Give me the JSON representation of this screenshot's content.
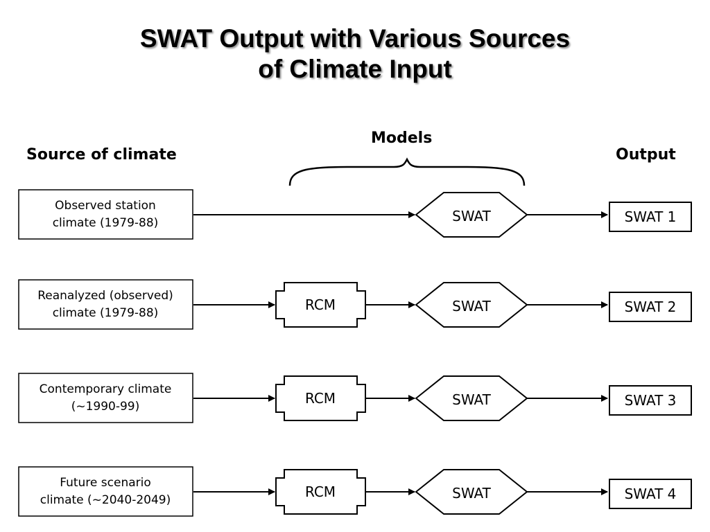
{
  "title": {
    "line1": "SWAT Output with Various Sources",
    "line2": "of Climate Input"
  },
  "headers": {
    "source": "Source of climate",
    "models": "Models",
    "output": "Output"
  },
  "rows": [
    {
      "source_lines": [
        "Observed station",
        "climate (1979-88)"
      ],
      "rcm": null,
      "swat": "SWAT",
      "output": "SWAT 1"
    },
    {
      "source_lines": [
        "Reanalyzed (observed)",
        "climate (1979-88)"
      ],
      "rcm": "RCM",
      "swat": "SWAT",
      "output": "SWAT 2"
    },
    {
      "source_lines": [
        "Contemporary climate",
        "(~1990-99)"
      ],
      "rcm": "RCM",
      "swat": "SWAT",
      "output": "SWAT 3"
    },
    {
      "source_lines": [
        "Future scenario",
        "climate (~2040-2049)"
      ],
      "rcm": "RCM",
      "swat": "SWAT",
      "output": "SWAT 4"
    }
  ]
}
